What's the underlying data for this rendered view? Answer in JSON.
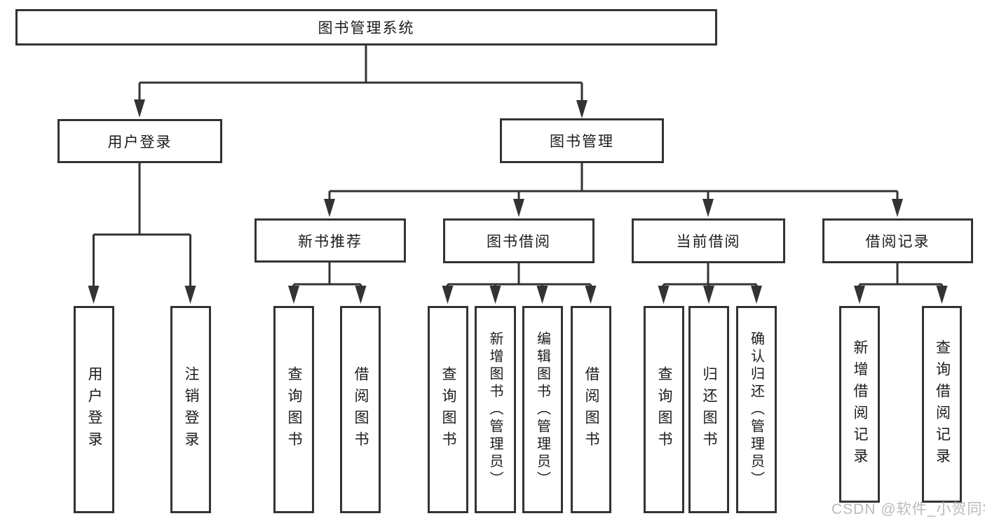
{
  "diagram": {
    "root": {
      "label": "图书管理系统"
    },
    "branches": [
      {
        "label": "用户登录",
        "children": [
          {
            "label": "用户登录"
          },
          {
            "label": "注销登录"
          }
        ]
      },
      {
        "label": "图书管理",
        "children": [
          {
            "label": "新书推荐",
            "children": [
              {
                "label": "查询图书"
              },
              {
                "label": "借阅图书"
              }
            ]
          },
          {
            "label": "图书借阅",
            "children": [
              {
                "label": "查询图书"
              },
              {
                "label": "新增图书（管理员）"
              },
              {
                "label": "编辑图书（管理员）"
              },
              {
                "label": "借阅图书"
              }
            ]
          },
          {
            "label": "当前借阅",
            "children": [
              {
                "label": "查询图书"
              },
              {
                "label": "归还图书"
              },
              {
                "label": "确认归还（管理员）"
              }
            ]
          },
          {
            "label": "借阅记录",
            "children": [
              {
                "label": "新增借阅记录"
              },
              {
                "label": "查询借阅记录"
              }
            ]
          }
        ]
      }
    ]
  },
  "watermark": {
    "text": "CSDN @软件_小贺同学"
  },
  "colors": {
    "line": "#333333",
    "text": "#1c1c1c",
    "box_fill": "#ffffff",
    "watermark": "#b3b3b3",
    "background": "#ffffff"
  }
}
